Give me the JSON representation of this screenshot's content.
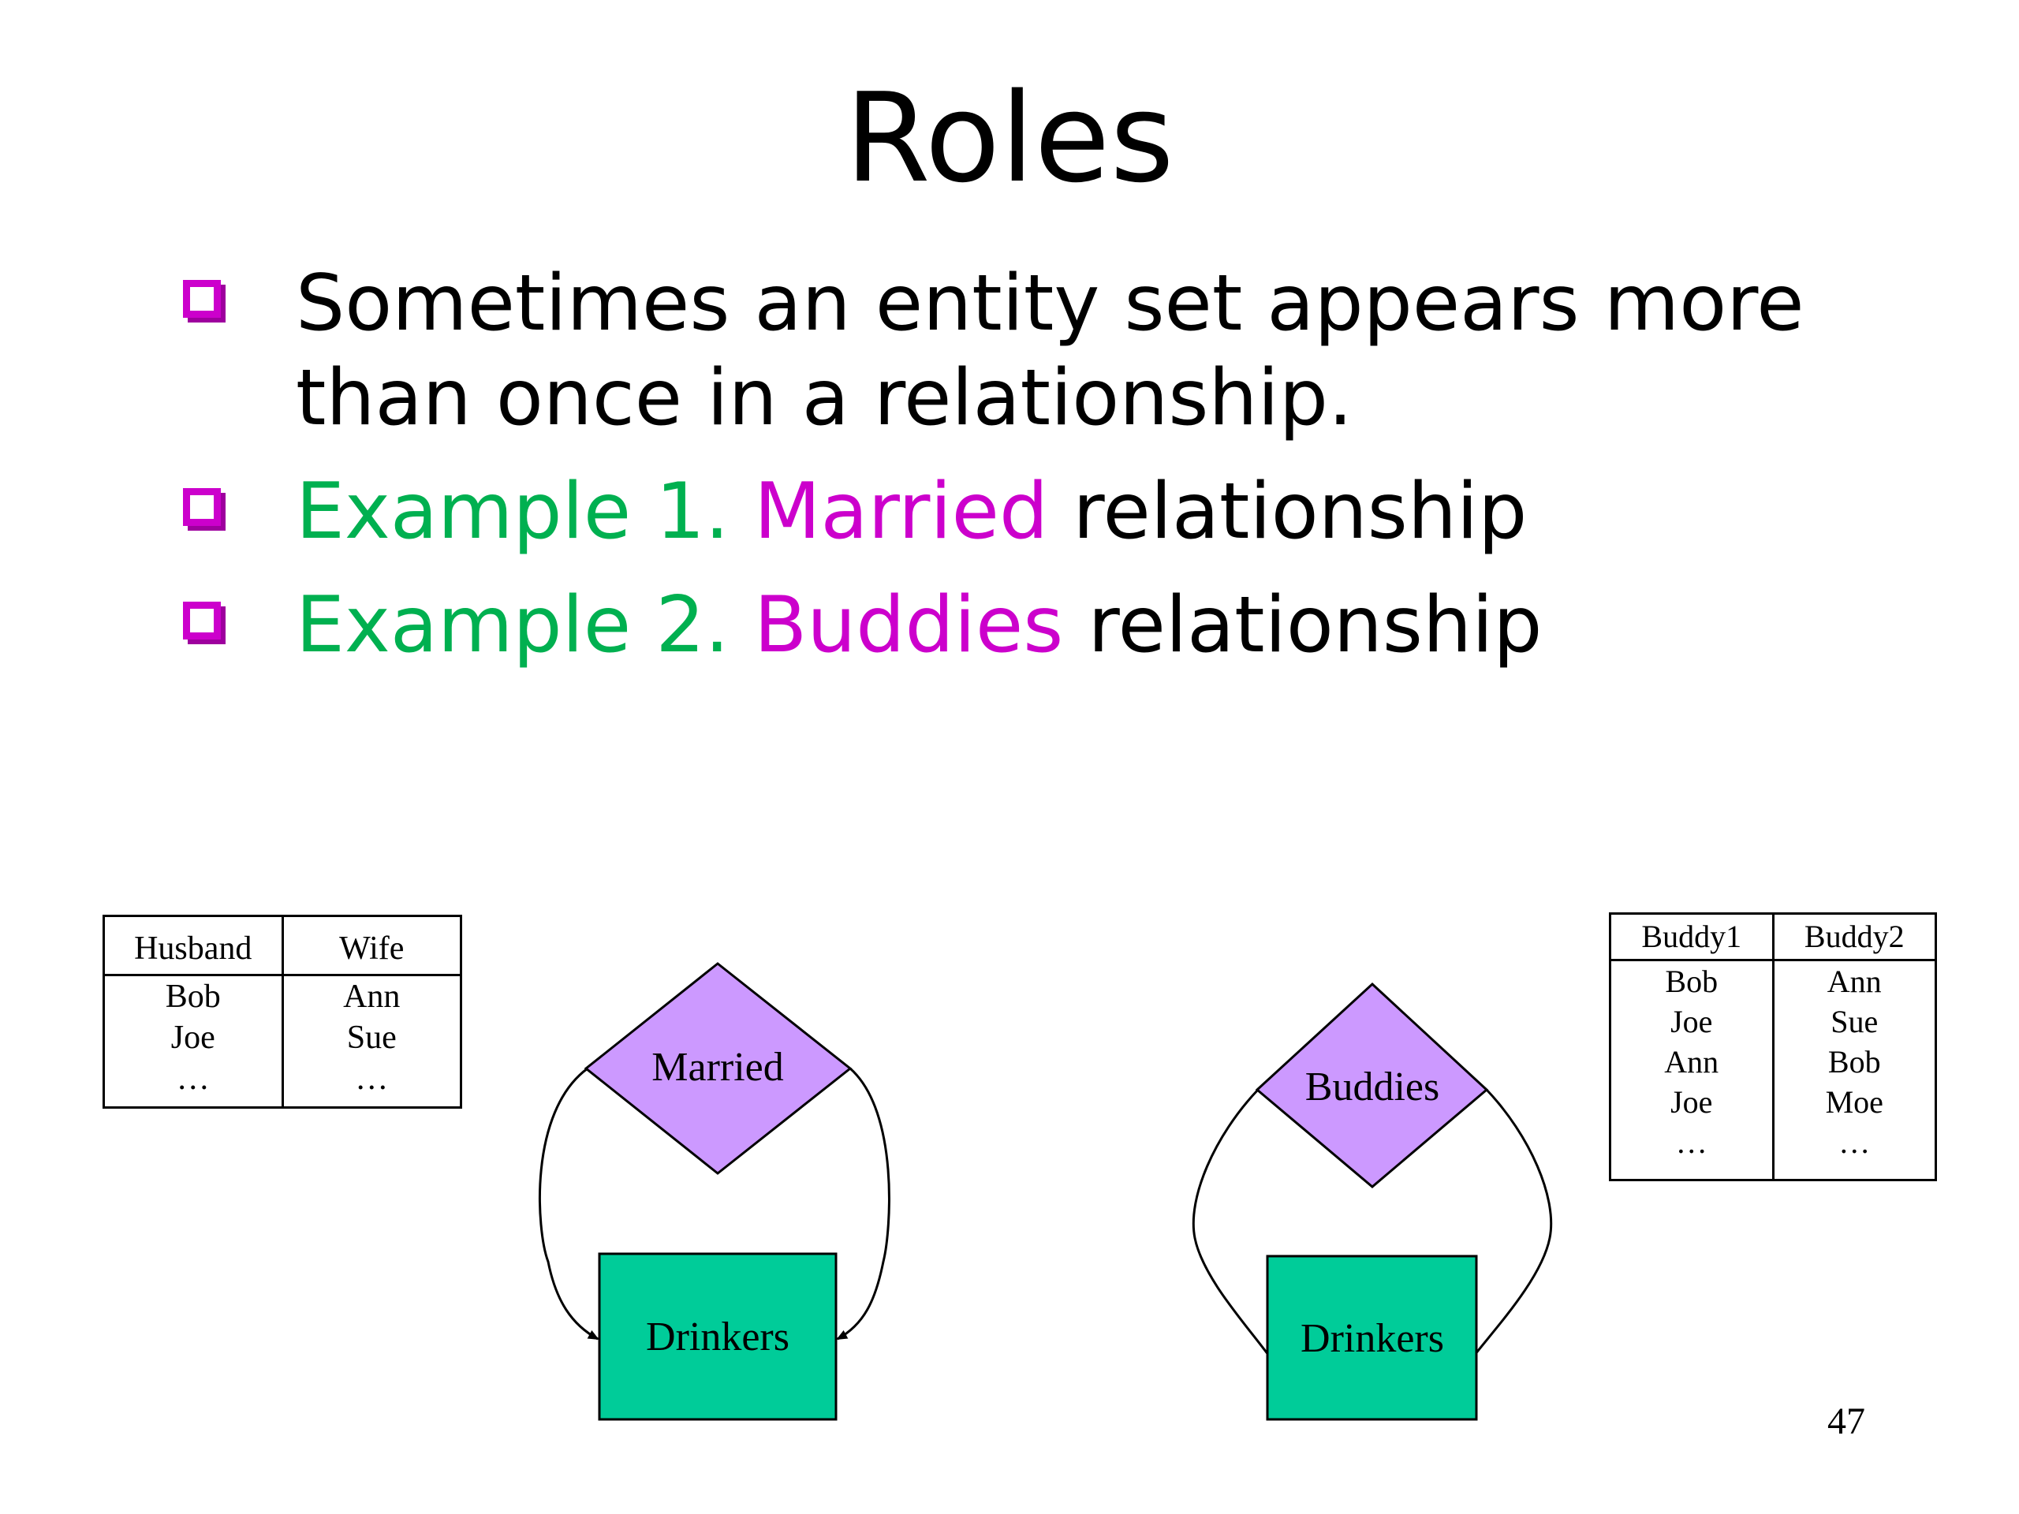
{
  "title": "Roles",
  "bullets": [
    {
      "parts": [
        {
          "text": "Sometimes an entity set appears more than once in a relationship.",
          "color": "black"
        }
      ]
    },
    {
      "parts": [
        {
          "text": "Example 1. ",
          "color": "green"
        },
        {
          "text": "Married",
          "color": "magenta"
        },
        {
          "text": " relationship",
          "color": "black"
        }
      ]
    },
    {
      "parts": [
        {
          "text": "Example 2. ",
          "color": "green"
        },
        {
          "text": "Buddies",
          "color": "magenta"
        },
        {
          "text": " relationship",
          "color": "black"
        }
      ]
    }
  ],
  "married_table": {
    "headers": [
      "Husband",
      "Wife"
    ],
    "col1": [
      "Bob",
      "Joe",
      "…"
    ],
    "col2": [
      "Ann",
      "Sue",
      "…"
    ]
  },
  "buddies_table": {
    "headers": [
      "Buddy1",
      "Buddy2"
    ],
    "col1": [
      "Bob",
      "Joe",
      "Ann",
      "Joe",
      "…"
    ],
    "col2": [
      "Ann",
      "Sue",
      "Bob",
      "Moe",
      "…"
    ]
  },
  "diagram": {
    "married_label": "Married",
    "buddies_label": "Buddies",
    "entity_left": "Drinkers",
    "entity_right": "Drinkers",
    "colors": {
      "relationship": "#cc99ff",
      "entity": "#00cc99"
    }
  },
  "page_number": "47"
}
